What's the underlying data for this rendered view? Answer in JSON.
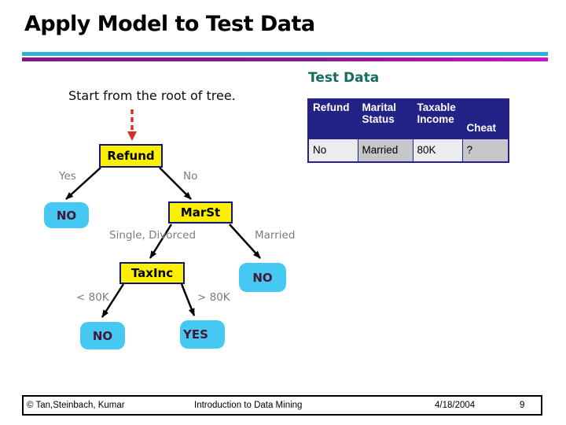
{
  "slide": {
    "title": "Apply Model to Test Data",
    "test_data_label": "Test Data",
    "start_note": "Start from the root of tree."
  },
  "table": {
    "headers": [
      "Refund",
      "Marital Status",
      "Taxable Income",
      "Cheat"
    ],
    "rows": [
      [
        "No",
        "Married",
        "80K",
        "?"
      ]
    ]
  },
  "tree": {
    "nodes": {
      "refund": {
        "label": "Refund"
      },
      "marst": {
        "label": "MarSt"
      },
      "taxinc": {
        "label": "TaxInc"
      },
      "leaf_refund_yes": {
        "label": "NO"
      },
      "leaf_married": {
        "label": "NO"
      },
      "leaf_lt80k": {
        "label": "NO"
      },
      "leaf_gt80k": {
        "label": "YES"
      }
    },
    "branches": {
      "refund_yes": "Yes",
      "refund_no": "No",
      "marst_single": "Single, Divorced",
      "marst_married": "Married",
      "taxinc_lt": "< 80K",
      "taxinc_gt": "> 80K"
    }
  },
  "footer": {
    "author": "© Tan,Steinbach, Kumar",
    "course": "Introduction to Data Mining",
    "date": "4/18/2004",
    "page": "9"
  },
  "colors": {
    "decision_node_fill": "#fbf000",
    "decision_node_border": "#12127e",
    "leaf_fill": "#45c8f2",
    "leaf_text": "#471635",
    "table_header_bg": "#232387",
    "heading_teal": "#156b61",
    "rule_cyan": "#2ab2d2",
    "rule_magenta": "#cc12cc",
    "start_arrow_red": "#d92b2b",
    "branch_label_gray": "#7c7c7c"
  }
}
